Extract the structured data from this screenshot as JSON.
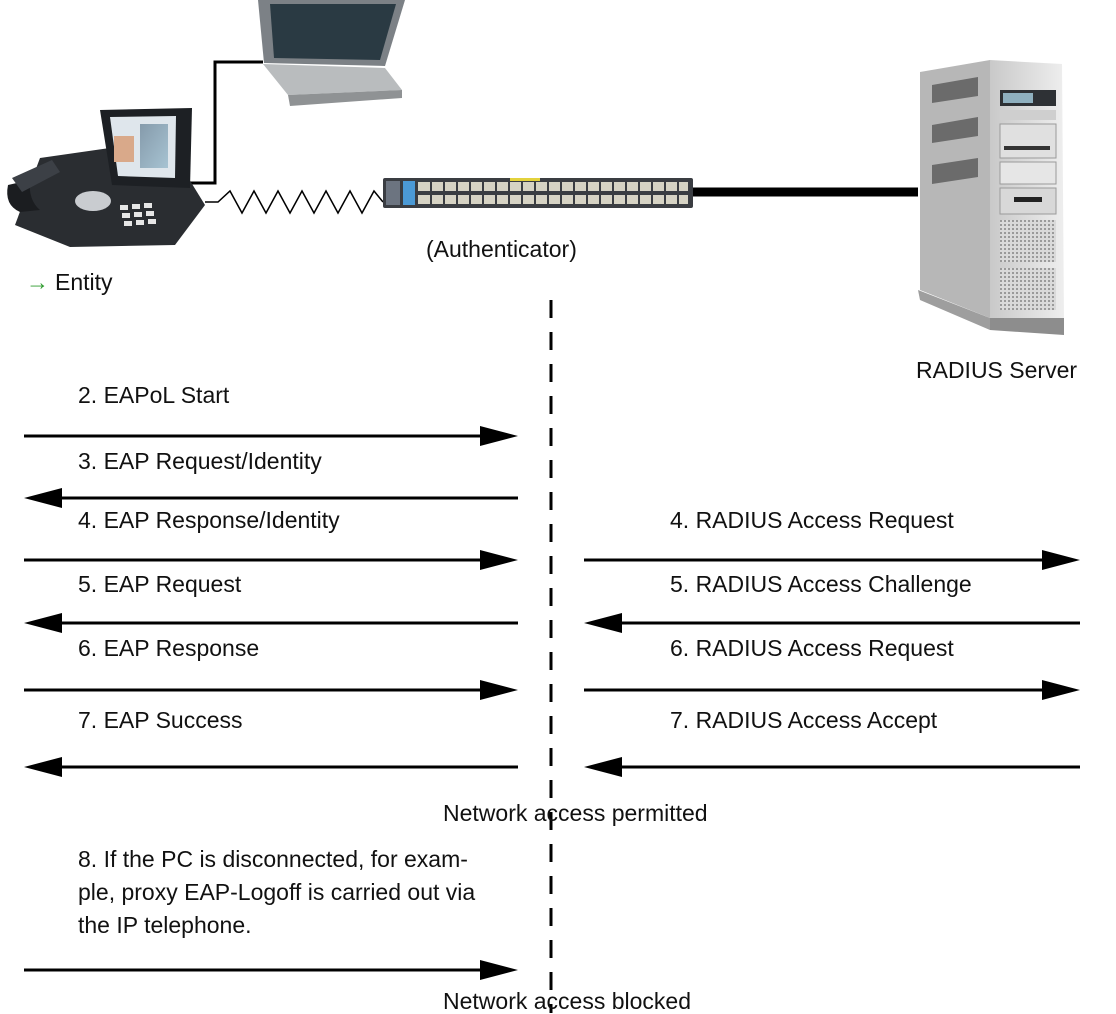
{
  "labels": {
    "entity_arrow": "→",
    "entity": "Entity",
    "authenticator": "(Authenticator)",
    "radius_server": "RADIUS Server",
    "network_access_permitted": "Network access permitted",
    "network_access_blocked": "Network access blocked"
  },
  "client_messages": [
    {
      "label": "2. EAPoL Start",
      "direction": "right"
    },
    {
      "label": "3. EAP Request/Identity",
      "direction": "left"
    },
    {
      "label": "4. EAP Response/Identity",
      "direction": "right"
    },
    {
      "label": "5. EAP Request",
      "direction": "left"
    },
    {
      "label": "6. EAP Response",
      "direction": "right"
    },
    {
      "label": "7. EAP Success",
      "direction": "left"
    }
  ],
  "server_messages": [
    {
      "label": "4. RADIUS Access Request",
      "direction": "right"
    },
    {
      "label": "5. RADIUS Access Challenge",
      "direction": "left"
    },
    {
      "label": "6. RADIUS Access Request",
      "direction": "right"
    },
    {
      "label": "7. RADIUS Access Accept",
      "direction": "left"
    }
  ],
  "logoff": {
    "text": "8. If the PC is disconnected, for exam-ple, proxy EAP-Logoff is carried out via the IP telephone.",
    "lines": [
      "8. If the PC is disconnected, for exam-",
      "ple, proxy EAP-Logoff is carried out via",
      "the IP telephone."
    ],
    "direction": "right"
  },
  "devices": {
    "laptop": "laptop-icon",
    "phone": "ip-phone-icon",
    "switch": "network-switch-icon",
    "server": "server-tower-icon"
  },
  "colors": {
    "arrow": "#000000",
    "entity_arrow": "#2e9b2e"
  }
}
